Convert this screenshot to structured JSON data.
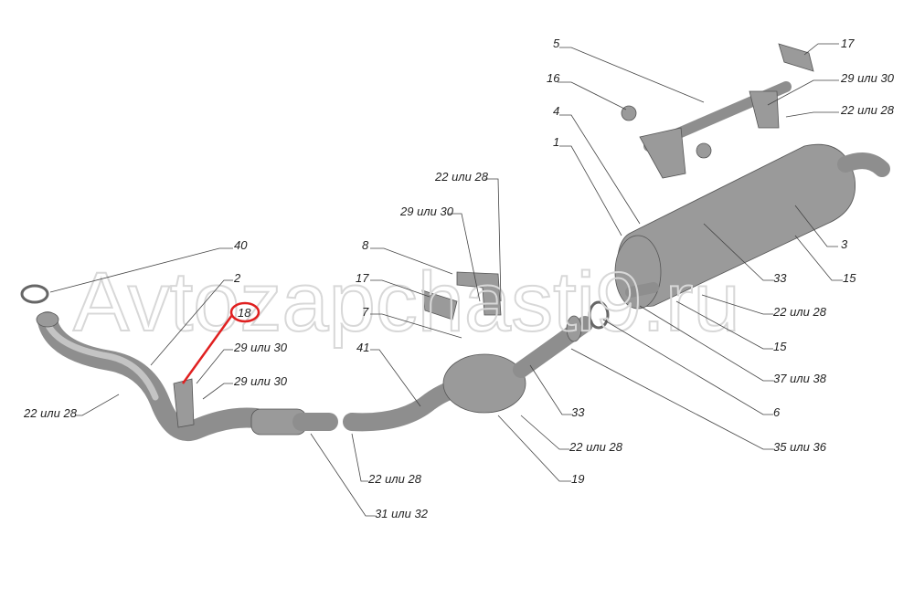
{
  "watermark": "Avtozapchasti9.ru",
  "highlight_color": "#e02020",
  "callouts": {
    "c5": "5",
    "c17a": "17",
    "c16": "16",
    "c29a": "29 или 30",
    "c22a": "22 или 28",
    "c4": "4",
    "c1": "1",
    "c22b": "22 или 28",
    "c29b": "29 или 30",
    "c3": "3",
    "c8": "8",
    "c40": "40",
    "c2": "2",
    "c33a": "33",
    "c15a": "15",
    "c17b": "17",
    "c18": "18",
    "c7": "7",
    "c22c": "22 или 28",
    "c29c": "29 или 30",
    "c41": "41",
    "c15b": "15",
    "c29d": "29 или 30",
    "c37": "37 или 38",
    "c22d": "22 или 28",
    "c33b": "33",
    "c6": "6",
    "c22e": "22 или 28",
    "c35": "35 или 36",
    "c22f": "22 или 28",
    "c19": "19",
    "c31": "31 или 32"
  }
}
